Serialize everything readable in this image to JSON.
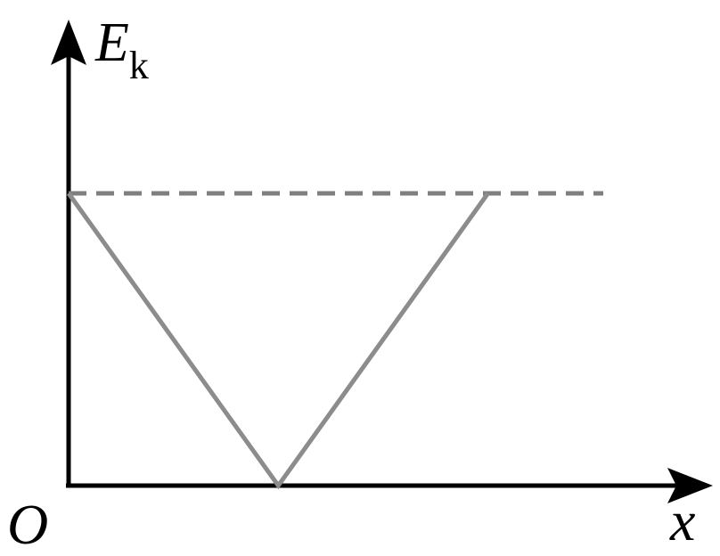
{
  "chart_data": {
    "type": "line",
    "axes": {
      "y_label_main": "E",
      "y_label_sub": "k",
      "x_label": "x",
      "origin_label": "O"
    },
    "series": [
      {
        "x": [
          0,
          1,
          2
        ],
        "y": [
          1,
          0,
          1
        ],
        "style": "solid",
        "color": "#8c8c8c"
      }
    ],
    "reference_lines": [
      {
        "orientation": "horizontal",
        "y": 1,
        "x_start": 0,
        "x_end": 2.55,
        "style": "dashed",
        "color": "#7f7f7f"
      }
    ],
    "xlim": [
      0,
      2.55
    ],
    "ylim": [
      0,
      1
    ],
    "grid": false,
    "axis_color": "#000000"
  }
}
